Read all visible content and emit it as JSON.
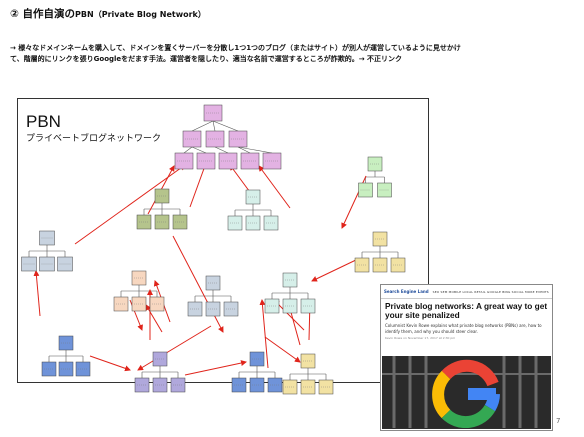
{
  "header": {
    "number": "②",
    "title_main": "自作自演の",
    "title_abbr": "PBN",
    "title_paren": "（Private Blog Network）"
  },
  "description": {
    "line1": "→ 様々なドメインネームを購入して、ドメインを置くサーバーを分散し1つ1つのブログ（またはサイト）が別人が運営しているように見せかけ",
    "line2": "て、階層的にリンクを張りGoogleをだます手法。運営者を隠したり、適当な名前で運営するところが詐欺的。→ 不正リンク"
  },
  "diagram": {
    "title": "PBN",
    "subtitle": "プライベートブログネットワーク"
  },
  "article": {
    "site": "Search Engine Land",
    "nav": "SEO SEM MOBILE LOCAL RETAIL GOOGLE BING SOCIAL MORE EVENTS",
    "headline": "Private blog networks: A great way to get your site penalized",
    "summary": "Columnist Kevin Rowe explains what private blog networks (PBNs) are, how to identify them, and why you should steer clear.",
    "meta": "Kevin Rowe on November 17, 2017 at 2:30 pm"
  },
  "page_number": "7",
  "colors": {
    "pink": "#e3b2e3",
    "green_dark": "#b5c48c",
    "green_light": "#c8efc0",
    "teal_light": "#d6efe9",
    "blue_gray": "#c8d3e0",
    "blue": "#6f93d9",
    "purple": "#b0a8dc",
    "peach": "#f7d7c0",
    "yellow": "#f2e2a3",
    "arrow": "#e0241b"
  }
}
